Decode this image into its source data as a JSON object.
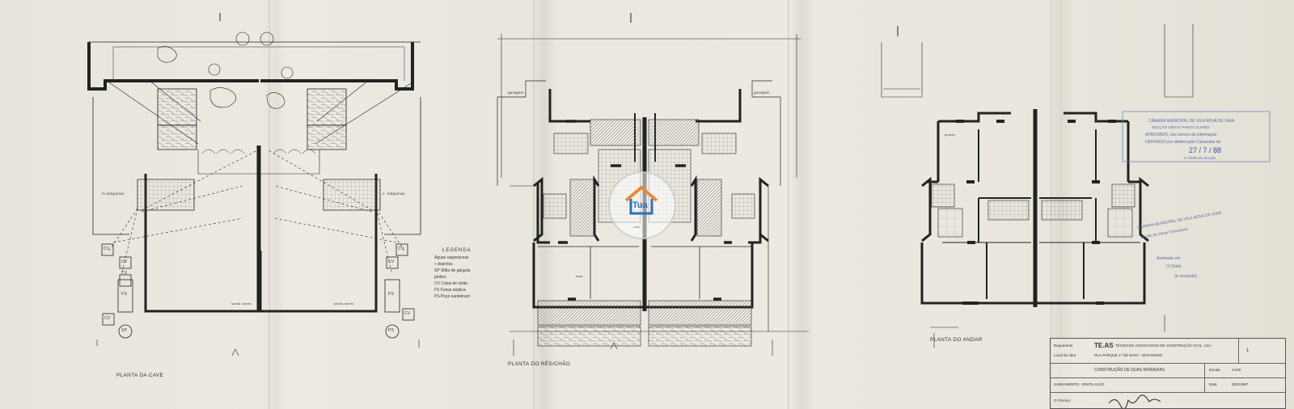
{
  "plans": {
    "cave": "PLANTA DA CAVE",
    "res_chao": "PLANTA DO RÉS/CHÃO",
    "andar": "PLANTA DO ANDAR"
  },
  "room_labels": {
    "maquinas_left": "m.máquinas",
    "maquinas_right": "c. máquinas",
    "saida_left": "saída caves",
    "saida_right": "saída caves",
    "garagem_left": "garagem",
    "garagem_right": "garagem",
    "quarto": "quarto",
    "sala": "sala"
  },
  "equipment": [
    "CV",
    "CV",
    "CV",
    "FS",
    "CV",
    "SP",
    "CV",
    "CV",
    "FS",
    "CV",
    "PS"
  ],
  "legend": {
    "title": "LEGENDA",
    "items": [
      "Águas saponáceas",
      "     »     dejectos",
      "SP  Sifão de gárgula",
      "        jardins",
      "CV  Caixa de visita",
      "FS  Fossa séptica",
      "PS  Poço sumidouro"
    ]
  },
  "title_block": {
    "requerente_label": "Requerente",
    "local_label": "Local da obra",
    "company_short": "TE.AS",
    "company_name": "TÉCNICOS ASSOCIADOS DE CONSTRUÇÃO CIVIL, LDA",
    "address": "RUA PARQUE 1º DE MAIO  -  MAFAMUDE",
    "project": "CONSTRUÇÃO DE DUAS MORADIAS",
    "subject": "SANEAMENTO, VENTILAÇÃO",
    "tecnico_label": "O Técnico",
    "sheet_number": "1",
    "escala_label": "Escala",
    "escala": "1/100",
    "data_label": "Data",
    "data": "DEZ/1987"
  },
  "stamp_1": {
    "line1": "CÂMARA MUNICIPAL DE VILA NOVA DE GAIA",
    "line2": "SECÇÃO OBRAS PARTICULARES",
    "line3": "APROVADO, nos termos da informação",
    "line4": "DEFERIDO  por deliberação Camarária de",
    "line5": "27 / 7 / 88",
    "line6": "O Chefe da Secção"
  },
  "stamp_2": {
    "line1": "CÂMARA MUNICIPAL DE VILA NOVA DE GAIA",
    "line2": "Secção de Obras Particulares",
    "line3": "Averbado em",
    "line4": "O Chefe",
    "line5": "(à recepção)"
  },
  "watermark": {
    "text": "Tua",
    "sub": "casa"
  }
}
